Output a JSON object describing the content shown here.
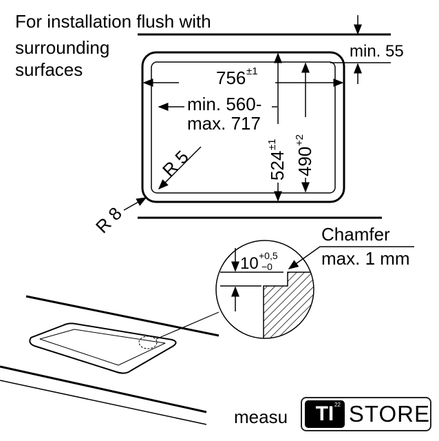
{
  "heading": [
    "For installation flush with",
    "surrounding",
    "surfaces"
  ],
  "dimensions": {
    "min_gap": "min. 55",
    "width": "756",
    "width_tol": "±1",
    "inner_width_1": "min. 560-",
    "inner_width_2": "max. 717",
    "depth": "524",
    "depth_tol": "±1",
    "inner_depth": "490",
    "inner_depth_tol": "+2",
    "radius_inner": "R 5",
    "radius_outer": "R 8"
  },
  "detail": {
    "depth": "10",
    "tol_plus": "+0,5",
    "tol_minus": "−0",
    "chamfer_1": "Chamfer",
    "chamfer_2": "max. 1 mm"
  },
  "footer": {
    "text": "measu",
    "logo_ti": "TI",
    "logo_sup": "22",
    "logo_store": "STORE"
  }
}
